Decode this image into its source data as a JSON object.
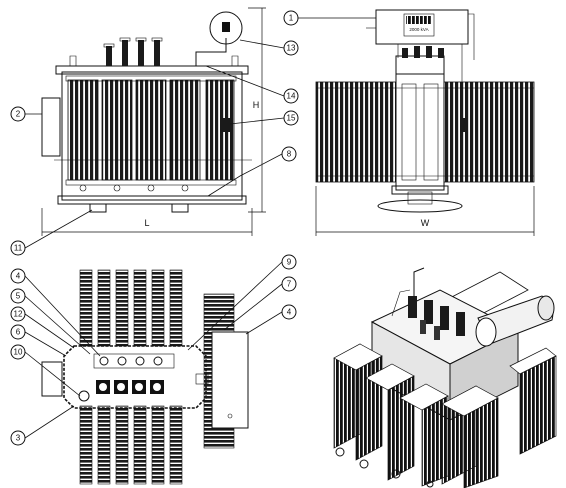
{
  "callouts": [
    "1",
    "2",
    "3",
    "4",
    "5",
    "6",
    "7",
    "8",
    "9",
    "10",
    "11",
    "12",
    "13",
    "14",
    "15"
  ],
  "dimensions": {
    "length": "L",
    "height": "H",
    "width": "W"
  },
  "nameplate_text": "2000 kVA"
}
